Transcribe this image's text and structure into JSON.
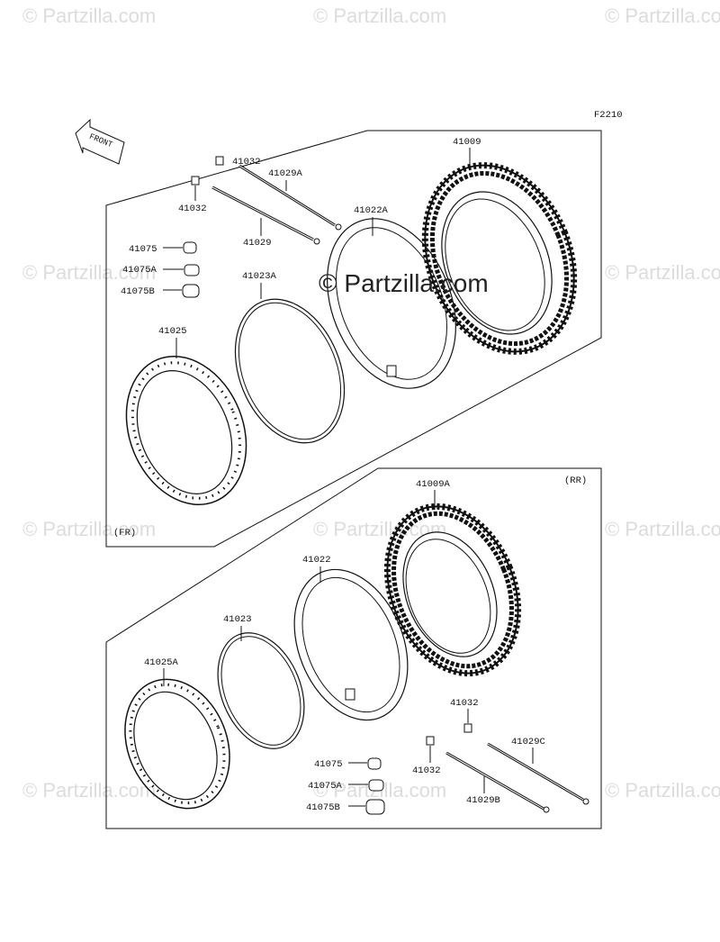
{
  "watermark": "© Partzilla.com",
  "center_watermark": "© Partzilla.com",
  "figure_code": "F2210",
  "front_marker": "FRONT",
  "front_panel": {
    "tag": "(FR)",
    "labels": {
      "tire": "41009",
      "tube": "41022A",
      "rim_band": "41023A",
      "rim": "41025",
      "spoke_a": "41029A",
      "spoke": "41029",
      "nipple_top": "41032",
      "nipple_left": "41032",
      "cap": "41075",
      "cap_a": "41075A",
      "cap_b": "41075B"
    }
  },
  "rear_panel": {
    "tag": "(RR)",
    "labels": {
      "tire": "41009A",
      "tube": "41022",
      "rim_band": "41023",
      "rim": "41025A",
      "spoke_c": "41029C",
      "spoke_b": "41029B",
      "nipple_top": "41032",
      "nipple_left": "41032",
      "cap": "41075",
      "cap_a": "41075A",
      "cap_b": "41075B"
    }
  }
}
